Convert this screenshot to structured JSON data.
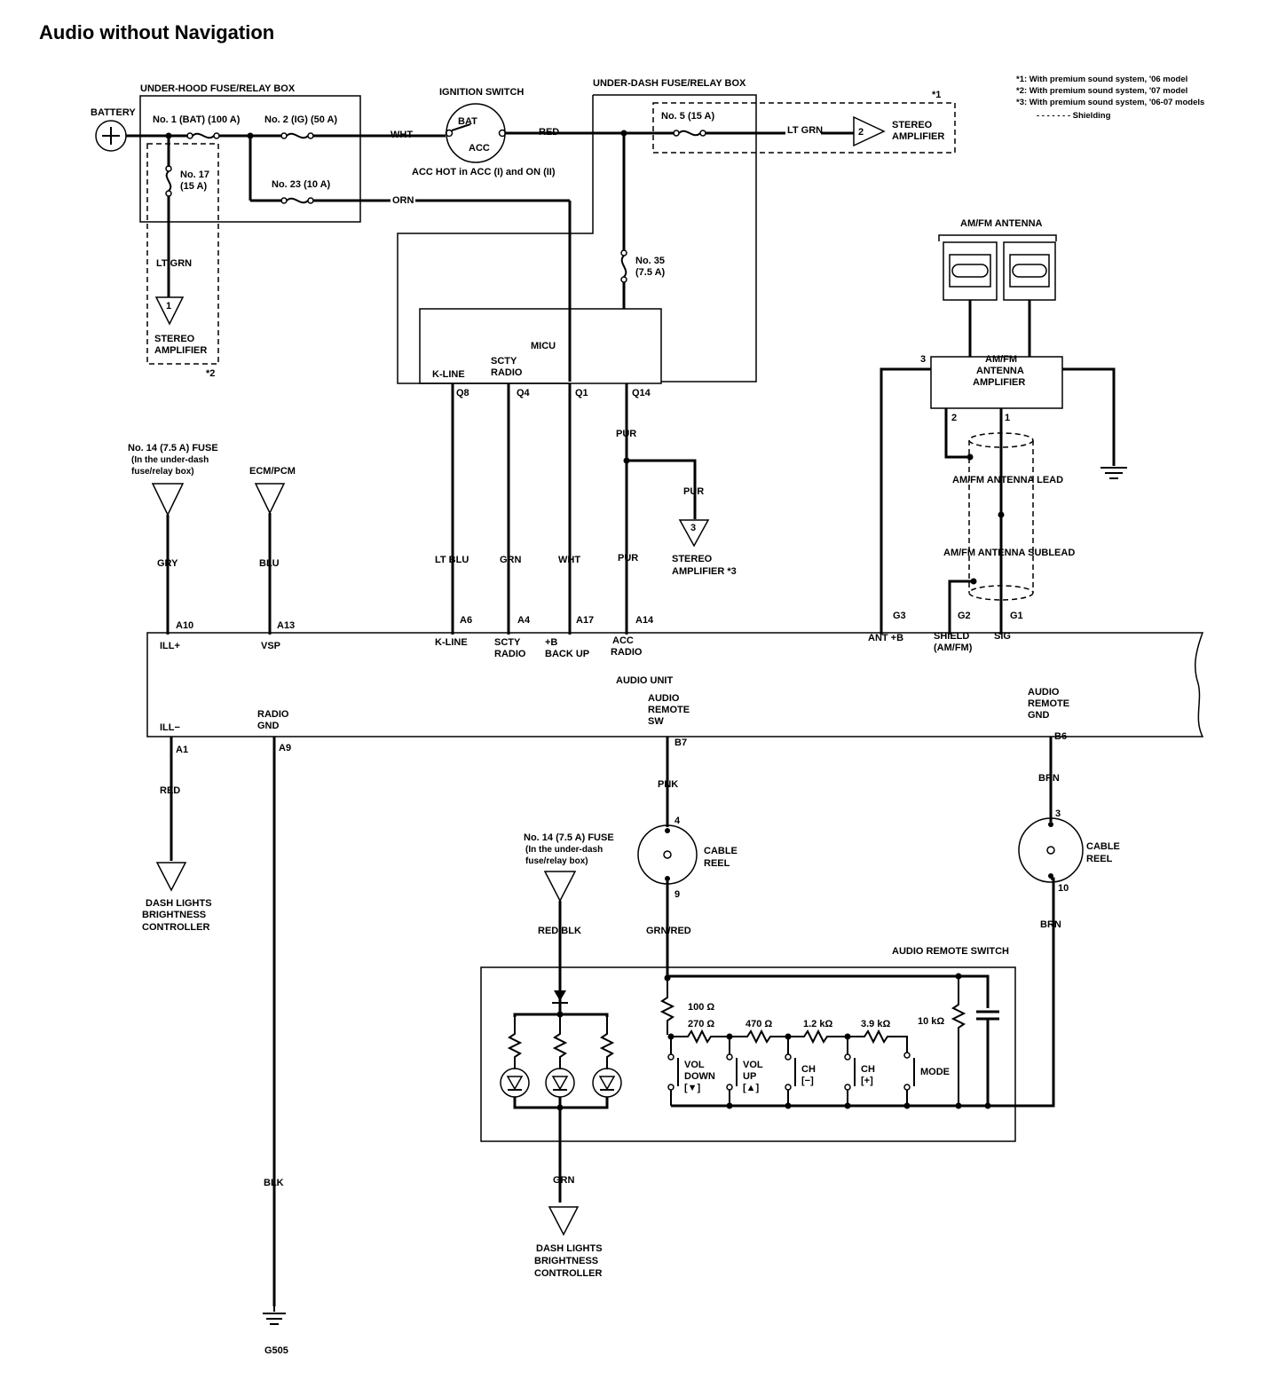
{
  "title": "Audio without Navigation",
  "notes": {
    "n1": "*1: With premium sound system, '06 model",
    "n2": "*2: With premium sound system, '07 model",
    "n3": "*3: With premium sound system, '06-07 models",
    "n4": "- - - - - - - Shielding"
  },
  "boxes": {
    "underhood": "UNDER-HOOD FUSE/RELAY BOX",
    "underdash": "UNDER-DASH FUSE/RELAY BOX",
    "micu": "MICU",
    "audio_unit": "AUDIO UNIT",
    "remote_switch": "AUDIO REMOTE SWITCH",
    "antenna": "AM/FM ANTENNA",
    "amp_l1": "AM/FM",
    "amp_l2": "ANTENNA",
    "amp_l3": "AMPLIFIER"
  },
  "components": {
    "battery": "BATTERY",
    "ignition": "IGNITION SWITCH",
    "bat": "BAT",
    "acc": "ACC",
    "acc_hot": "ACC HOT in ACC (I) and ON (II)",
    "fuse1": "No. 1 (BAT) (100 A)",
    "fuse2": "No. 2 (IG) (50 A)",
    "fuse17a": "No. 17",
    "fuse17b": "(15 A)",
    "fuse23": "No. 23 (10 A)",
    "fuse5": "No. 5 (15 A)",
    "fuse35a": "No. 35",
    "fuse35b": "(7.5 A)",
    "fuse14a": "No. 14 (7.5 A) FUSE",
    "fuse14b": "(In the under-dash",
    "fuse14c": "fuse/relay box)",
    "ecm": "ECM/PCM",
    "stereo": "STEREO",
    "amplifier": "AMPLIFIER",
    "amplifier3": "AMPLIFIER *3",
    "ant_lead": "AM/FM ANTENNA LEAD",
    "ant_sublead": "AM/FM ANTENNA SUBLEAD",
    "cable": "CABLE",
    "reel": "REEL",
    "dash1": "DASH LIGHTS",
    "dash2": "BRIGHTNESS",
    "dash3": "CONTROLLER",
    "g505": "G505",
    "star1": "*1",
    "star2": "*2",
    "tri1": "1",
    "tri2": "2",
    "tri3": "3"
  },
  "wires": {
    "wht": "WHT",
    "red": "RED",
    "lt_grn": "LT GRN",
    "orn": "ORN",
    "pur": "PUR",
    "gry": "GRY",
    "blu": "BLU",
    "lt_blu": "LT BLU",
    "grn": "GRN",
    "blk": "BLK",
    "pnk": "PNK",
    "brn": "BRN",
    "grn_red": "GRN/RED",
    "red_blk": "RED/BLK"
  },
  "pins": {
    "q8": "Q8",
    "q4": "Q4",
    "q1": "Q1",
    "q14": "Q14",
    "a10": "A10",
    "a13": "A13",
    "a6": "A6",
    "a4": "A4",
    "a17": "A17",
    "a14": "A14",
    "g3": "G3",
    "g2": "G2",
    "g1": "G1",
    "a1": "A1",
    "a9": "A9",
    "b7": "B7",
    "b6": "B6",
    "p3": "3",
    "p2": "2",
    "p1": "1",
    "p4": "4",
    "p9": "9",
    "p3b": "3",
    "p10": "10"
  },
  "terminals": {
    "kline": "K-LINE",
    "scty": "SCTY",
    "radio": "RADIO",
    "ill_p": "ILL+",
    "vsp": "VSP",
    "kline2": "K-LINE",
    "scty2": "SCTY",
    "radio2": "RADIO",
    "plusb": "+B",
    "backup": "BACK UP",
    "acc2": "ACC",
    "radio3": "RADIO",
    "antb": "ANT +B",
    "shield": "SHIELD",
    "amfm": "(AM/FM)",
    "sig": "SIG",
    "ill_m": "ILL−",
    "radio_g": "RADIO",
    "gnd": "GND",
    "audio_r": "AUDIO",
    "remote_r": "REMOTE",
    "sw": "SW",
    "audio_g": "AUDIO",
    "remote_g": "REMOTE",
    "gnd2": "GND"
  },
  "remote_switch": {
    "r100": "100 Ω",
    "r270": "270 Ω",
    "r470": "470 Ω",
    "r1k2": "1.2 kΩ",
    "r3k9": "3.9 kΩ",
    "r10k": "10 kΩ",
    "vol": "VOL",
    "down": "DOWN",
    "down_sym": "[▼]",
    "vol2": "VOL",
    "up": "UP",
    "up_sym": "[▲]",
    "ch": "CH",
    "minus": "[−]",
    "ch2": "CH",
    "plus": "[+]",
    "mode": "MODE"
  }
}
